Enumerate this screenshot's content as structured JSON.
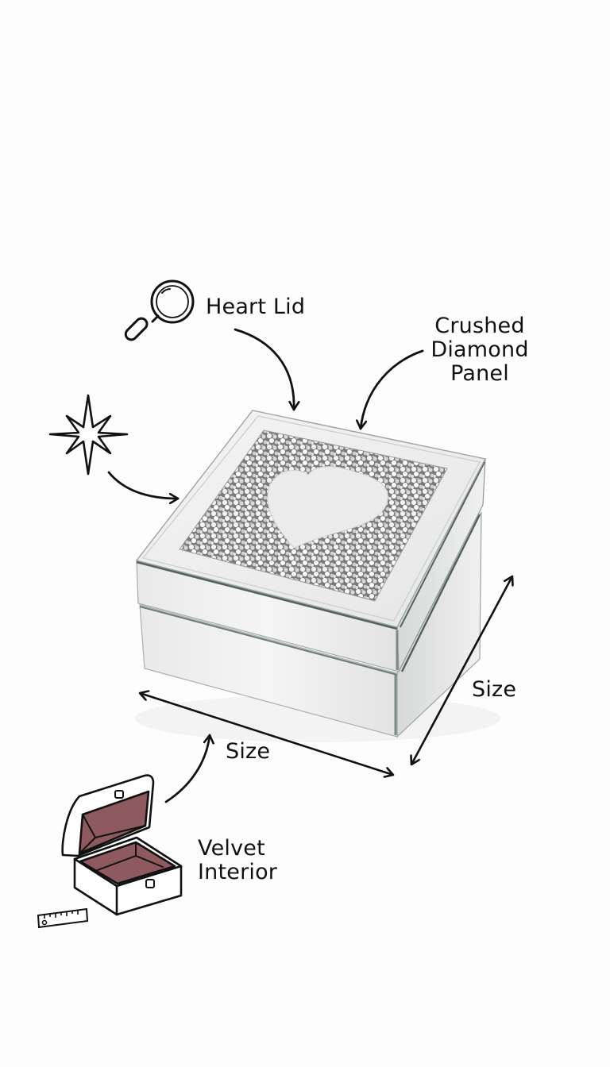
{
  "diagram": {
    "subject": "Mirrored jewelry box with crushed diamond heart lid",
    "colors": {
      "background": "#fdfdfd",
      "ink": "#111111",
      "mirror_light": "#f2f2f2",
      "mirror_mid": "#dcdcdc",
      "mirror_edge": "#7d8a84",
      "crystal_dark": "#6e6e6e",
      "crystal_light": "#efefef",
      "heart": "#ececec",
      "velvet": "#8e5a5f"
    },
    "callouts": [
      {
        "id": "heart-lid",
        "icon": "magnifier-icon",
        "label": "Heart Lid"
      },
      {
        "id": "crushed-diamond-panel",
        "icon": "none",
        "label_lines": [
          "Crushed",
          "Diamond",
          "Panel"
        ]
      },
      {
        "id": "sparkle",
        "icon": "sparkle-star-icon",
        "label": ""
      },
      {
        "id": "width-dimension",
        "icon": "double-arrow-icon",
        "label": "Size"
      },
      {
        "id": "depth-dimension",
        "icon": "double-arrow-icon",
        "label": "Size"
      },
      {
        "id": "velvet-interior",
        "icon": "open-box-icon",
        "label_lines": [
          "Velvet",
          "Interior"
        ]
      },
      {
        "id": "ruler",
        "icon": "ruler-icon",
        "label": ""
      }
    ]
  }
}
